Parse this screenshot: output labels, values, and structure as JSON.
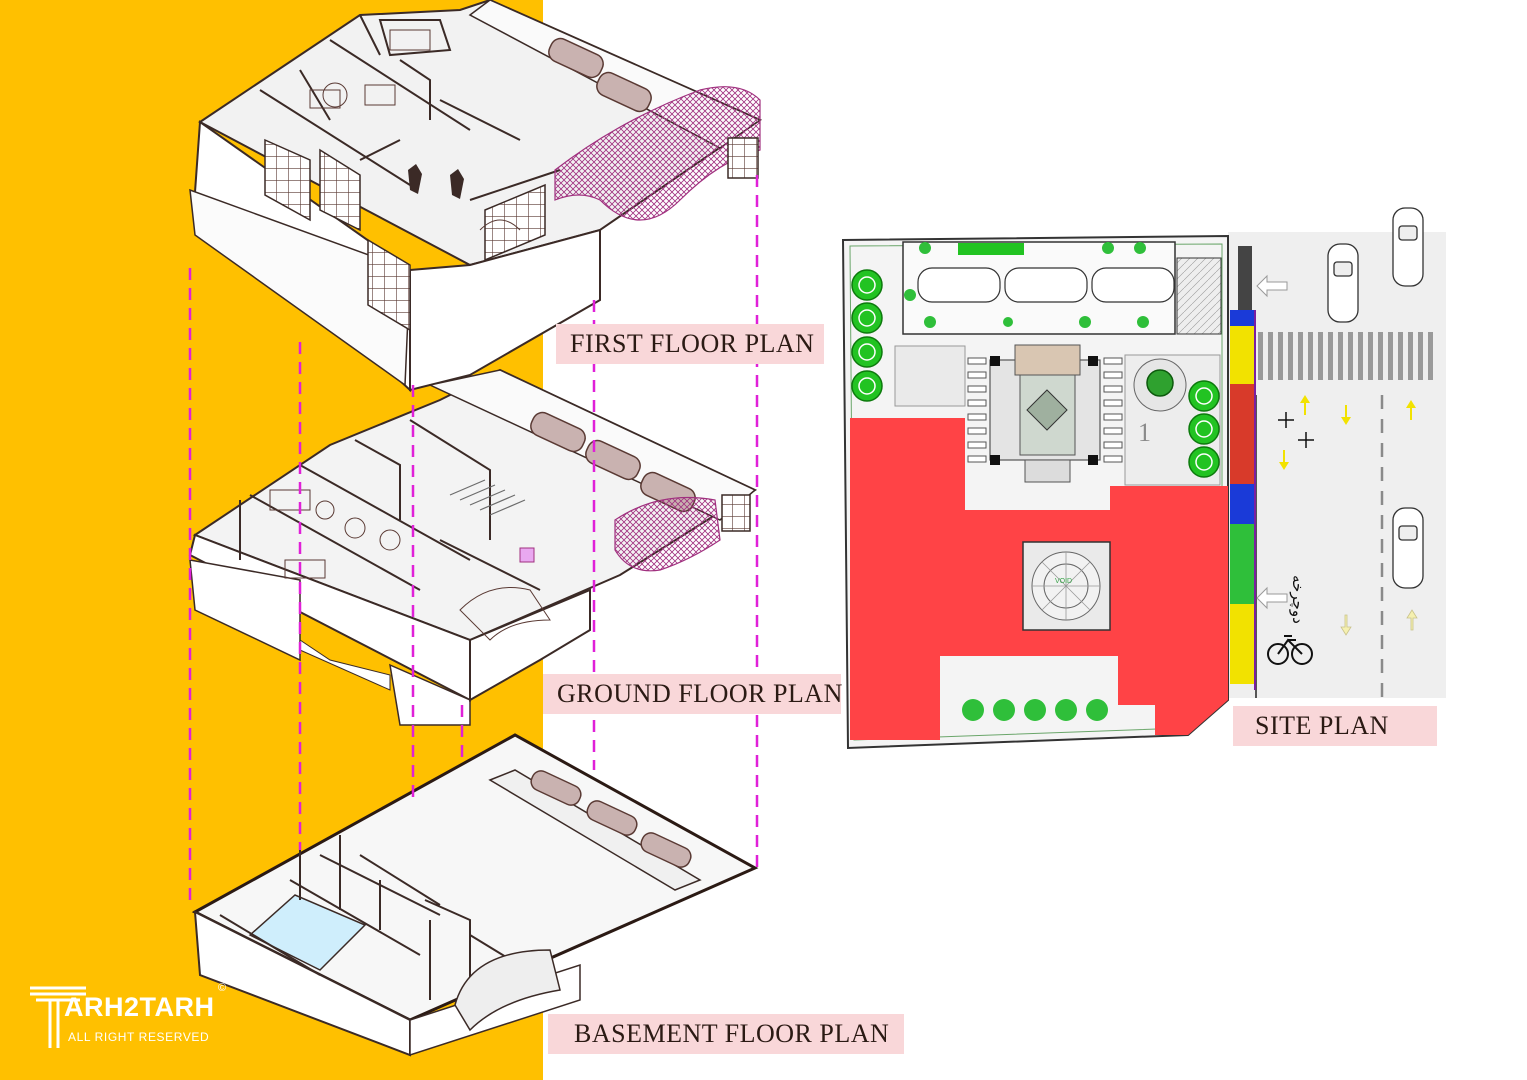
{
  "labels": {
    "first_floor": "FIRST FLOOR PLAN",
    "ground_floor": "GROUND FLOOR PLAN",
    "basement_floor": "BASEMENT FLOOR PLAN",
    "site_plan": "SITE PLAN"
  },
  "site_plan": {
    "number": "1",
    "void_text": "VOID",
    "bike_lane_text": "دوچرخه"
  },
  "logo": {
    "name": "ARH2TARH",
    "subtitle": "ALL RIGHT RESERVED",
    "copyright": "©"
  },
  "colors": {
    "background_left": "#FFC000",
    "label_bg": "#F9D7D9",
    "site_building": "#FF4346",
    "guide_lines": "#E020D8",
    "canopy": "#A0307F",
    "trees": "#22C322",
    "road_arrows": "#F2E200"
  }
}
